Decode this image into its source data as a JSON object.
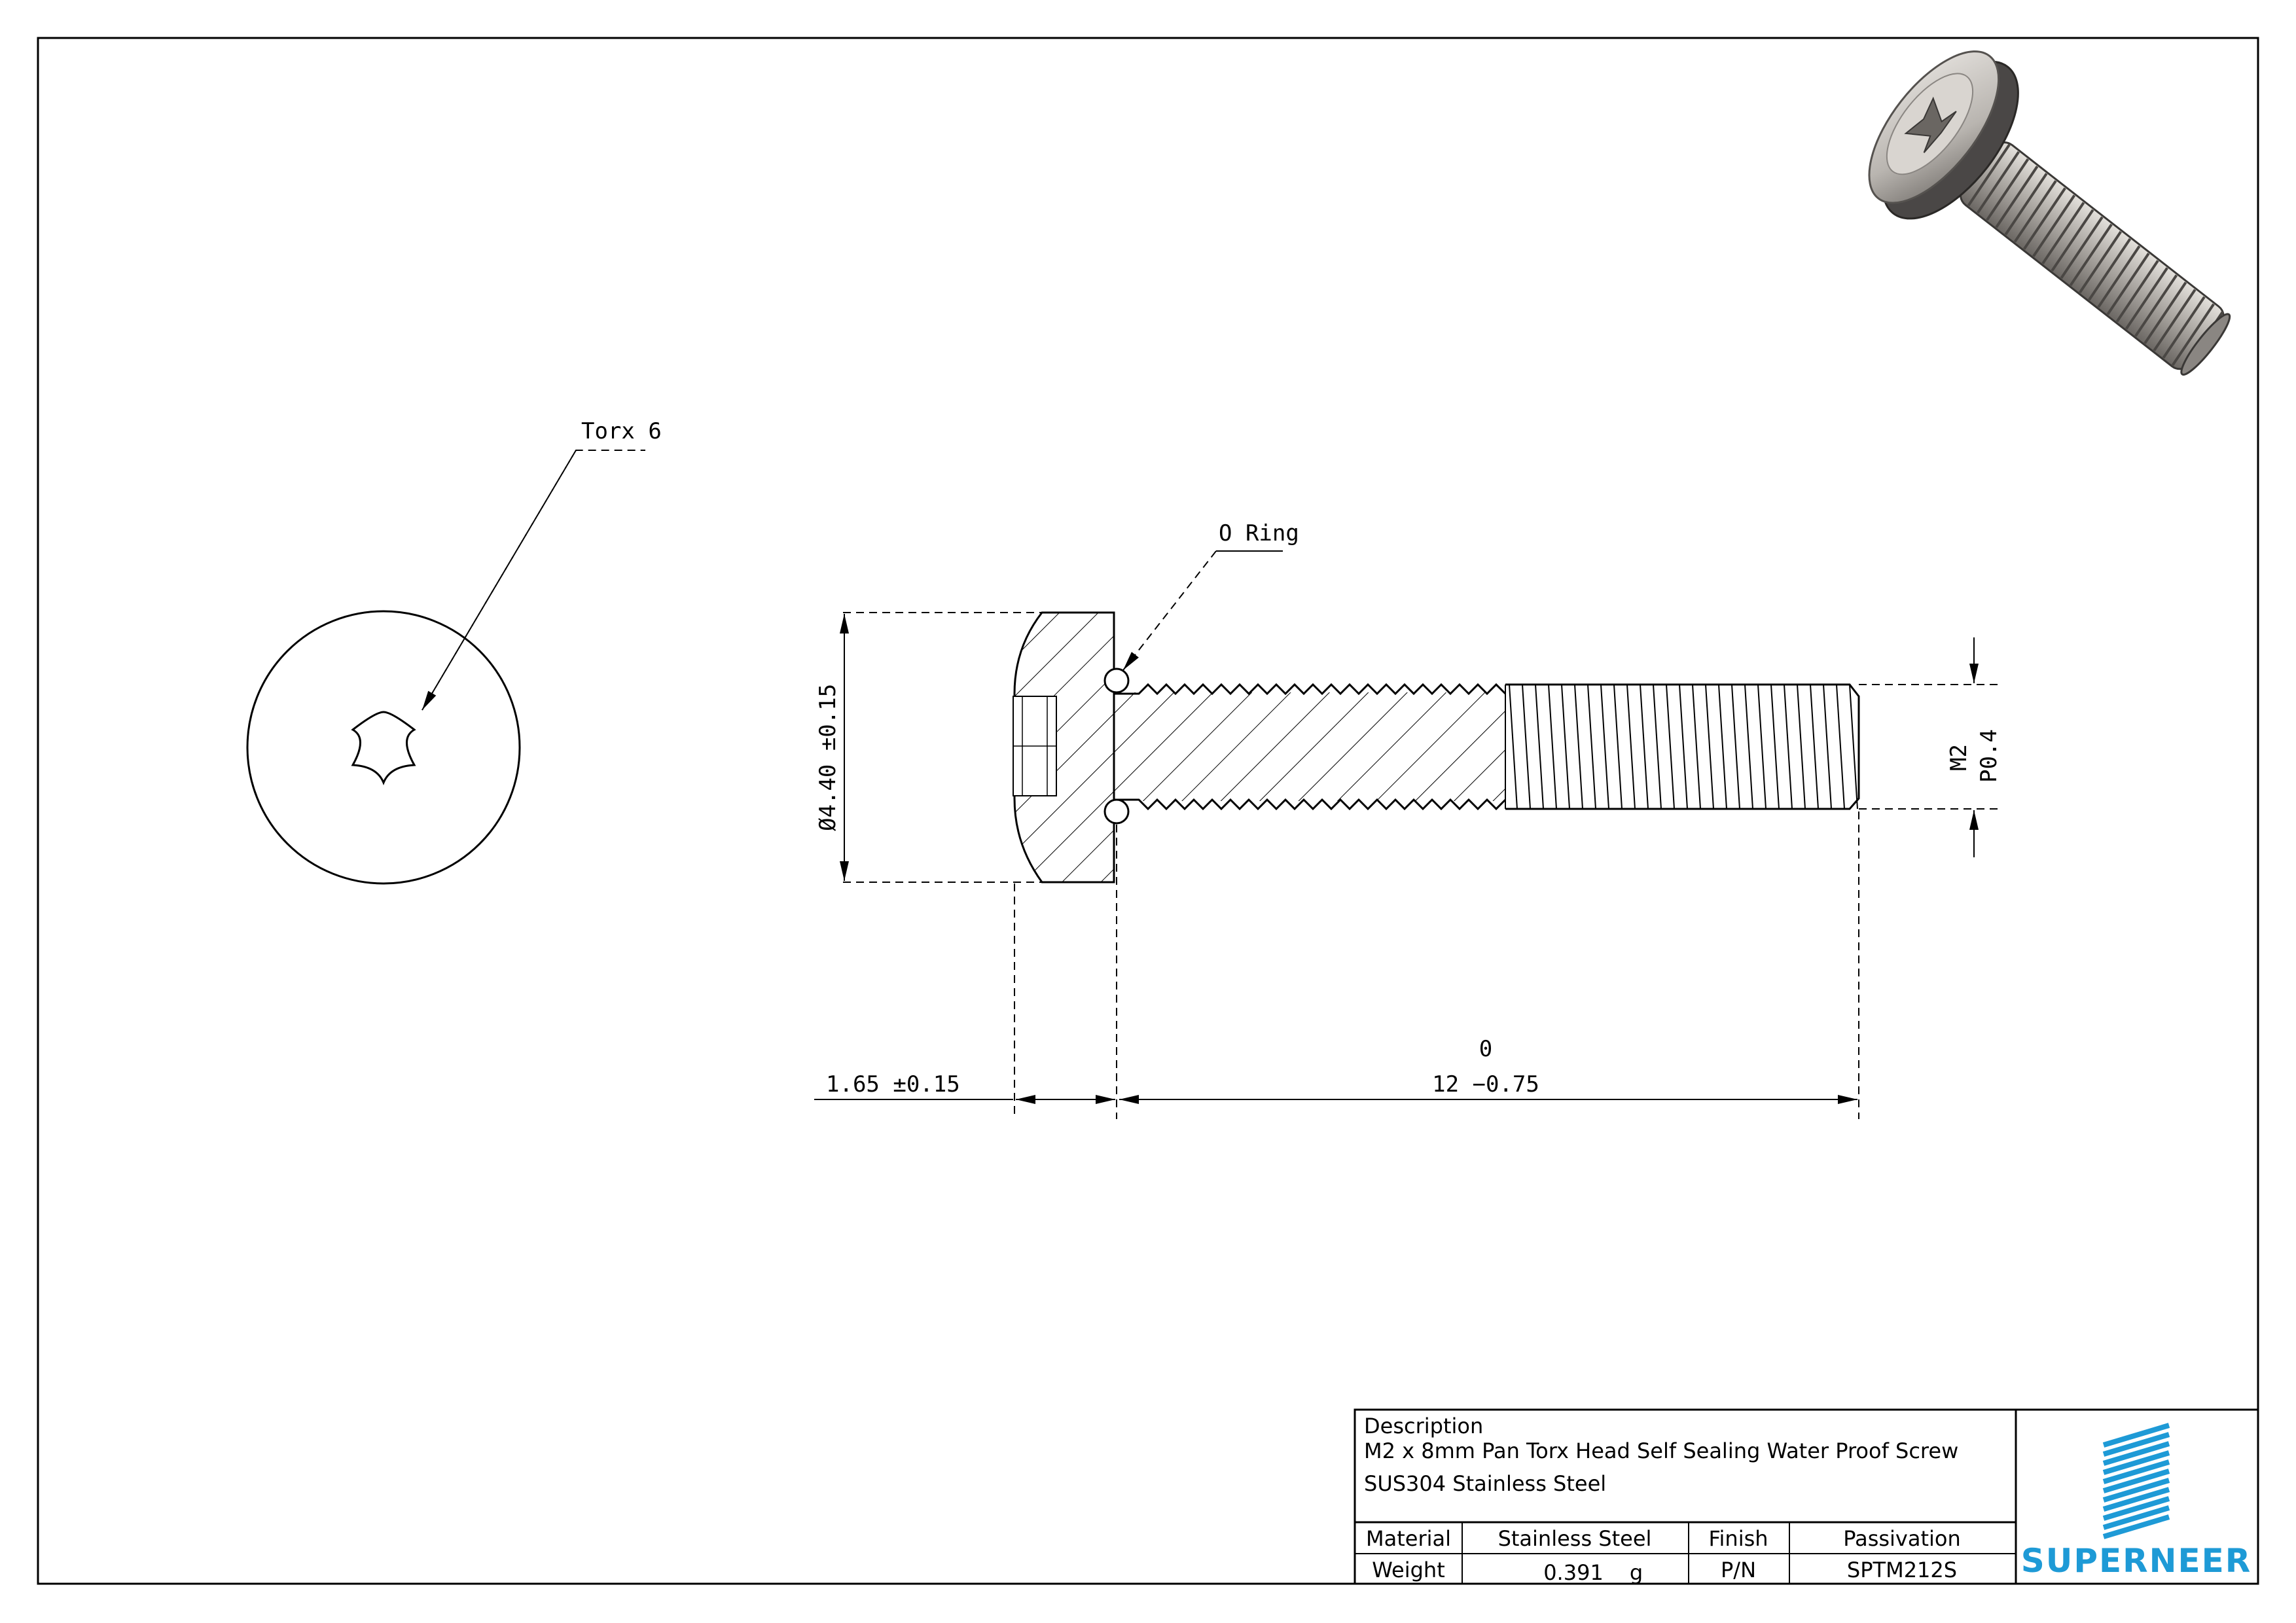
{
  "callouts": {
    "drive": "Torx 6",
    "seal": "O Ring"
  },
  "dimensions": {
    "head_diameter": "Ø4.40 ±0.15",
    "head_height": "1.65 ±0.15",
    "length_upper_tol": "0",
    "length_nominal": "12 −0.75",
    "thread_size": "M2",
    "thread_pitch": "P0.4"
  },
  "title_block": {
    "description_label": "Description",
    "description_line1": "M2 x 8mm Pan Torx Head Self Sealing Water Proof Screw",
    "description_line2": "SUS304 Stainless Steel",
    "material_label": "Material",
    "material_value": "Stainless Steel",
    "finish_label": "Finish",
    "finish_value": "Passivation",
    "weight_label": "Weight",
    "weight_value": "0.391",
    "weight_unit": "g",
    "pn_label": "P/N",
    "pn_value": "SPTM212S",
    "brand": "SUPERNEER"
  },
  "colors": {
    "line": "#000000",
    "brand": "#1e9ad6"
  }
}
